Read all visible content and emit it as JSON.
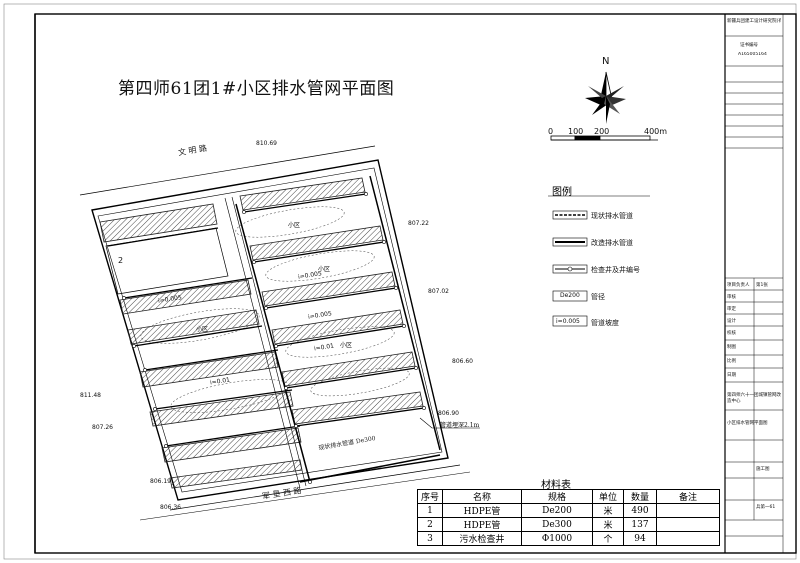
{
  "drawing": {
    "title": "第四师61团1#小区排水管网平面图",
    "north_label": "N",
    "streets": {
      "north": "文  明  路",
      "south": "军  垦  西  路",
      "south_inner": "现状排水管道  De300"
    },
    "elevations": [
      "810.69",
      "807.22",
      "807.02",
      "806.60",
      "811.48",
      "807.26",
      "806.90",
      "806.19",
      "806.36"
    ],
    "slope_labels": [
      "i=0.005",
      "i=0.005",
      "i=0.01",
      "i=0.005",
      "i=0.01"
    ],
    "depth_callout": "管道埋深2.1m",
    "house_labels": [
      "小区",
      "小区",
      "小区",
      "小区"
    ],
    "block_label": "2"
  },
  "scale_bar": {
    "ticks": [
      "0",
      "100",
      "200",
      "400m"
    ]
  },
  "legend": {
    "title": "图例",
    "items": [
      {
        "label": "现状排水管道"
      },
      {
        "label": "改造排水管道"
      },
      {
        "label": "检查井及井编号"
      },
      {
        "label": "管径",
        "sample": "De200"
      },
      {
        "label": "管道坡度",
        "sample": "i=0.005"
      }
    ]
  },
  "materials": {
    "title": "材料表",
    "headers": [
      "序号",
      "名称",
      "规格",
      "单位",
      "数量",
      "备注"
    ],
    "rows": [
      [
        "1",
        "HDPE管",
        "De200",
        "米",
        "490",
        ""
      ],
      [
        "2",
        "HDPE管",
        "De300",
        "米",
        "137",
        ""
      ],
      [
        "3",
        "污水检查井",
        "Φ1000",
        "个",
        "94",
        ""
      ]
    ]
  },
  "title_block": {
    "company": "新疆兵团建工设计研究院(有限)",
    "cert": "证书编号",
    "cert_no": "A165005164",
    "rows_top": [
      "项目负责人",
      "审核",
      "审定",
      "设计",
      "校核",
      "制图"
    ],
    "drawing_no": "第1张",
    "scale": "比例",
    "date": "日期",
    "project": "第四师六十一团城镇管网改造中心",
    "sheet_name": "小区排水管网平面图",
    "stage": "施工图",
    "code": "兵第一61"
  }
}
